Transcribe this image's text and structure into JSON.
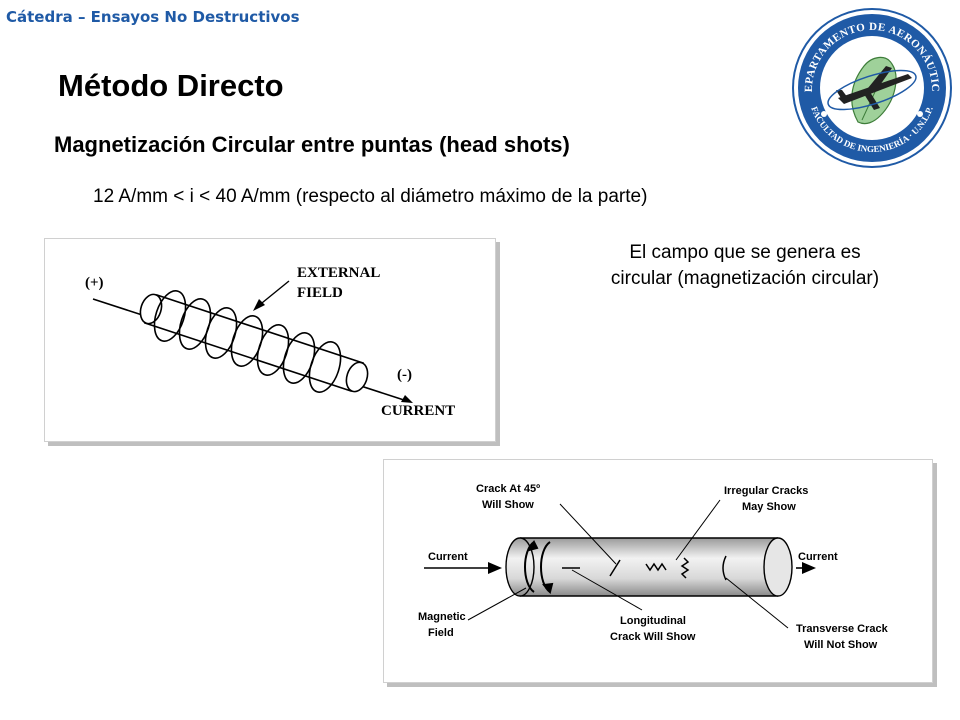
{
  "header": {
    "title": "Cátedra – Ensayos No Destructivos"
  },
  "slide": {
    "title": "Método Directo",
    "subtitle": "Magnetización Circular entre puntas (head shots)",
    "formula": "12 A/mm < i < 40 A/mm  (respecto al diámetro máximo de la parte)",
    "note_line1": "El campo que se genera es",
    "note_line2": "circular (magnetización circular)"
  },
  "logo": {
    "ring_top": "DEPARTAMENTO DE AERONÁUTICA",
    "ring_bottom": "FACULTAD DE INGENIERÍA · U.N.L.P.",
    "ring_color": "#1f5aa6"
  },
  "figure1": {
    "plus_label": "(+)",
    "minus_label": "(-)",
    "field_label_line1": "EXTERNAL",
    "field_label_line2": "FIELD",
    "current_label": "CURRENT"
  },
  "figure2": {
    "current_left": "Current",
    "current_right": "Current",
    "crack45_line1": "Crack At 45º",
    "crack45_line2": "Will Show",
    "irregular_line1": "Irregular Cracks",
    "irregular_line2": "May Show",
    "magnetic_line1": "Magnetic",
    "magnetic_line2": "Field",
    "longitudinal_line1": "Longitudinal",
    "longitudinal_line2": "Crack Will Show",
    "transverse_line1": "Transverse Crack",
    "transverse_line2": "Will Not Show"
  }
}
